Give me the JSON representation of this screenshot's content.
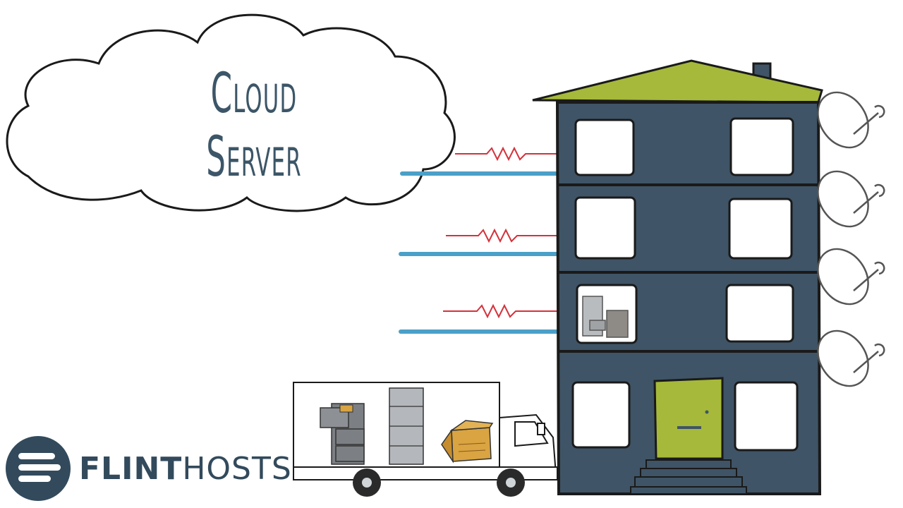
{
  "cloud": {
    "title": "Cloud Server"
  },
  "brand": {
    "name_bold": "FLINT",
    "name_light": "HOSTS"
  },
  "colors": {
    "building": "#3f5466",
    "roof": "#a6b93a",
    "door": "#a6b93a",
    "wire_blue": "#4aa0c8",
    "resistor_red": "#d2333c",
    "outline": "#1a1a1a",
    "logo": "#324a5c"
  },
  "icons": [
    "cloud-icon",
    "building-icon",
    "satellite-dish-icon",
    "moving-truck-icon",
    "filing-cabinet-icon",
    "cardboard-box-icon",
    "resistor-icon"
  ]
}
